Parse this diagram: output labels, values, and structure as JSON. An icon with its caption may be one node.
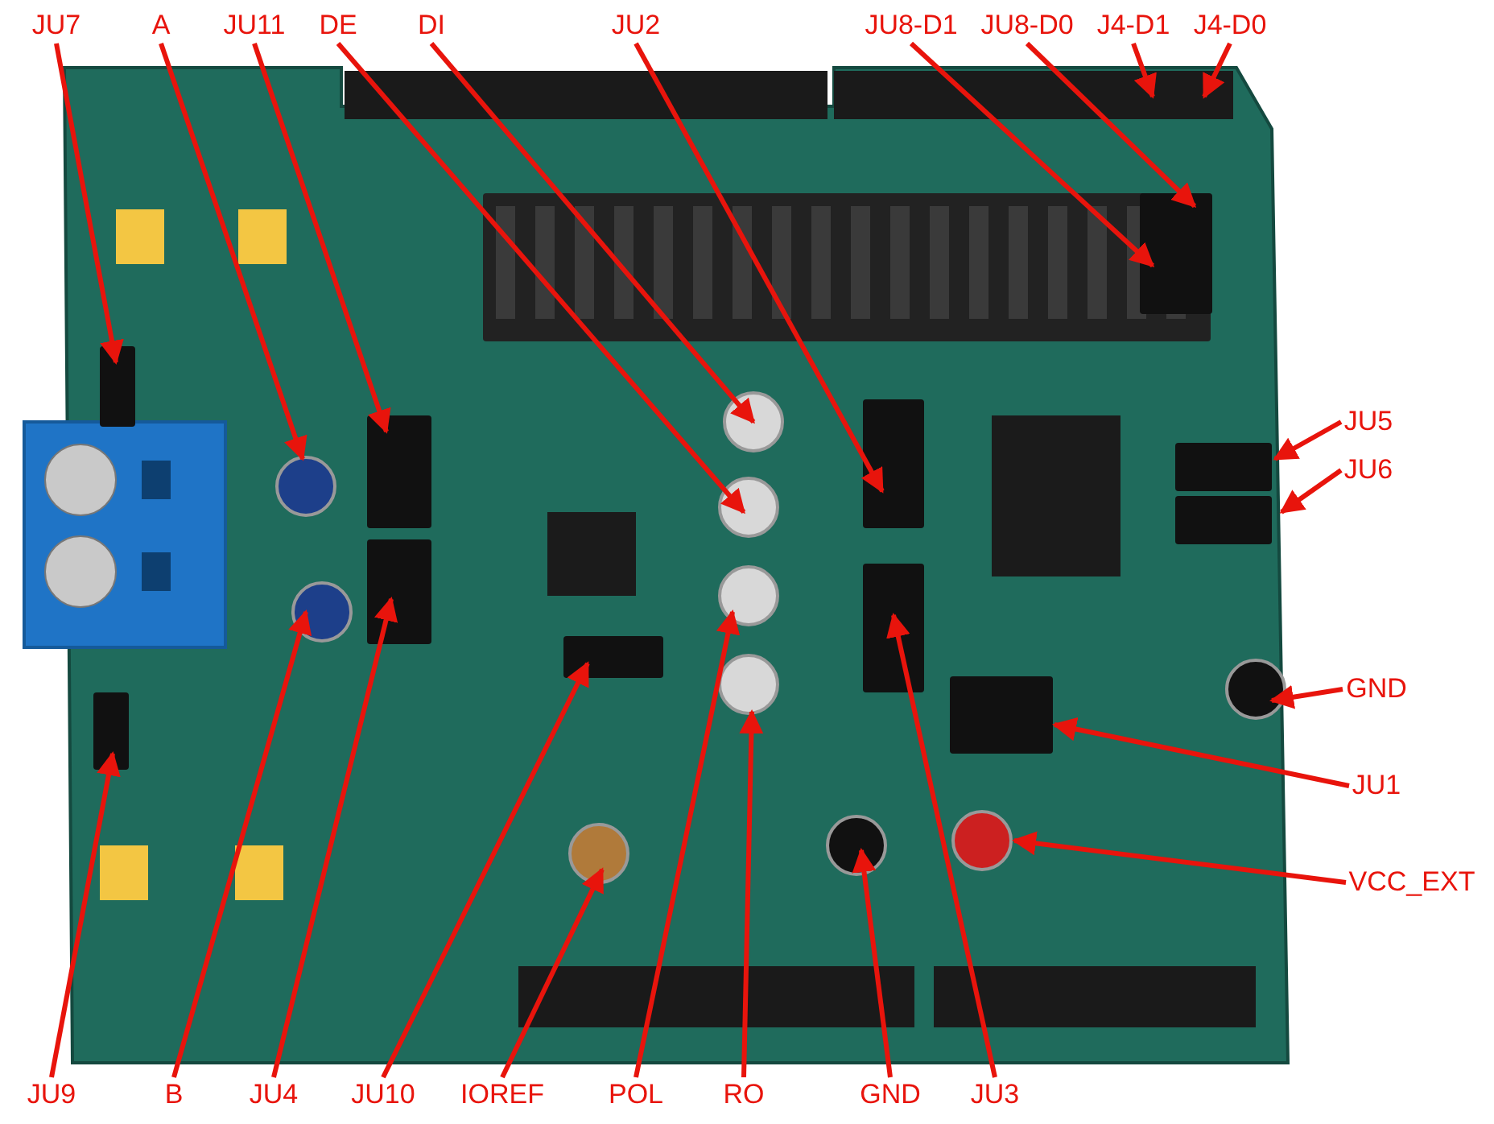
{
  "diagram": {
    "nodes": [
      {
        "text": [
          "JU7"
        ]
      },
      {
        "text": [
          "A"
        ]
      },
      {
        "text": [
          "JU11"
        ]
      },
      {
        "text": [
          "DE"
        ]
      },
      {
        "text": [
          "DI"
        ]
      },
      {
        "text": [
          "JU2"
        ]
      },
      {
        "text": [
          "JU8-D1"
        ]
      },
      {
        "text": [
          "JU8-D0"
        ]
      },
      {
        "text": [
          "J4-D1"
        ]
      },
      {
        "text": [
          "J4-D0"
        ]
      },
      {
        "text": [
          "JU5"
        ]
      },
      {
        "text": [
          "JU6"
        ]
      },
      {
        "text": [
          "GND"
        ]
      },
      {
        "text": [
          "JU1"
        ]
      },
      {
        "text": [
          "VCC_EXT"
        ]
      },
      {
        "text": [
          "JU9"
        ]
      },
      {
        "text": [
          "B"
        ]
      },
      {
        "text": [
          "JU4"
        ]
      },
      {
        "text": [
          "JU10"
        ]
      },
      {
        "text": [
          "IOREF"
        ]
      },
      {
        "text": [
          "POL"
        ]
      },
      {
        "text": [
          "RO"
        ]
      },
      {
        "text": [
          "GND"
        ]
      },
      {
        "text": [
          "JU3"
        ]
      }
    ],
    "edges": [
      {
        "from": 0,
        "to": null,
        "arrow": "to"
      },
      {
        "from": 1,
        "to": null,
        "arrow": "to"
      },
      {
        "from": 2,
        "to": null,
        "arrow": "to"
      },
      {
        "from": 3,
        "to": null,
        "arrow": "to"
      },
      {
        "from": 4,
        "to": null,
        "arrow": "to"
      },
      {
        "from": 5,
        "to": null,
        "arrow": "to"
      },
      {
        "from": 6,
        "to": null,
        "arrow": "to"
      },
      {
        "from": 7,
        "to": null,
        "arrow": "to"
      },
      {
        "from": 8,
        "to": null,
        "arrow": "to"
      },
      {
        "from": 9,
        "to": null,
        "arrow": "to"
      },
      {
        "from": 10,
        "to": null,
        "arrow": "to"
      },
      {
        "from": 11,
        "to": null,
        "arrow": "to"
      },
      {
        "from": 12,
        "to": null,
        "arrow": "to"
      },
      {
        "from": 13,
        "to": null,
        "arrow": "to"
      },
      {
        "from": 14,
        "to": null,
        "arrow": "to"
      },
      {
        "from": 15,
        "to": null,
        "arrow": "to"
      },
      {
        "from": 16,
        "to": null,
        "arrow": "to"
      },
      {
        "from": 17,
        "to": null,
        "arrow": "to"
      },
      {
        "from": 18,
        "to": null,
        "arrow": "to"
      },
      {
        "from": 19,
        "to": null,
        "arrow": "to"
      },
      {
        "from": 20,
        "to": null,
        "arrow": "to"
      },
      {
        "from": 21,
        "to": null,
        "arrow": "to"
      },
      {
        "from": 22,
        "to": null,
        "arrow": "to"
      },
      {
        "from": 23,
        "to": null,
        "arrow": "to"
      }
    ]
  }
}
